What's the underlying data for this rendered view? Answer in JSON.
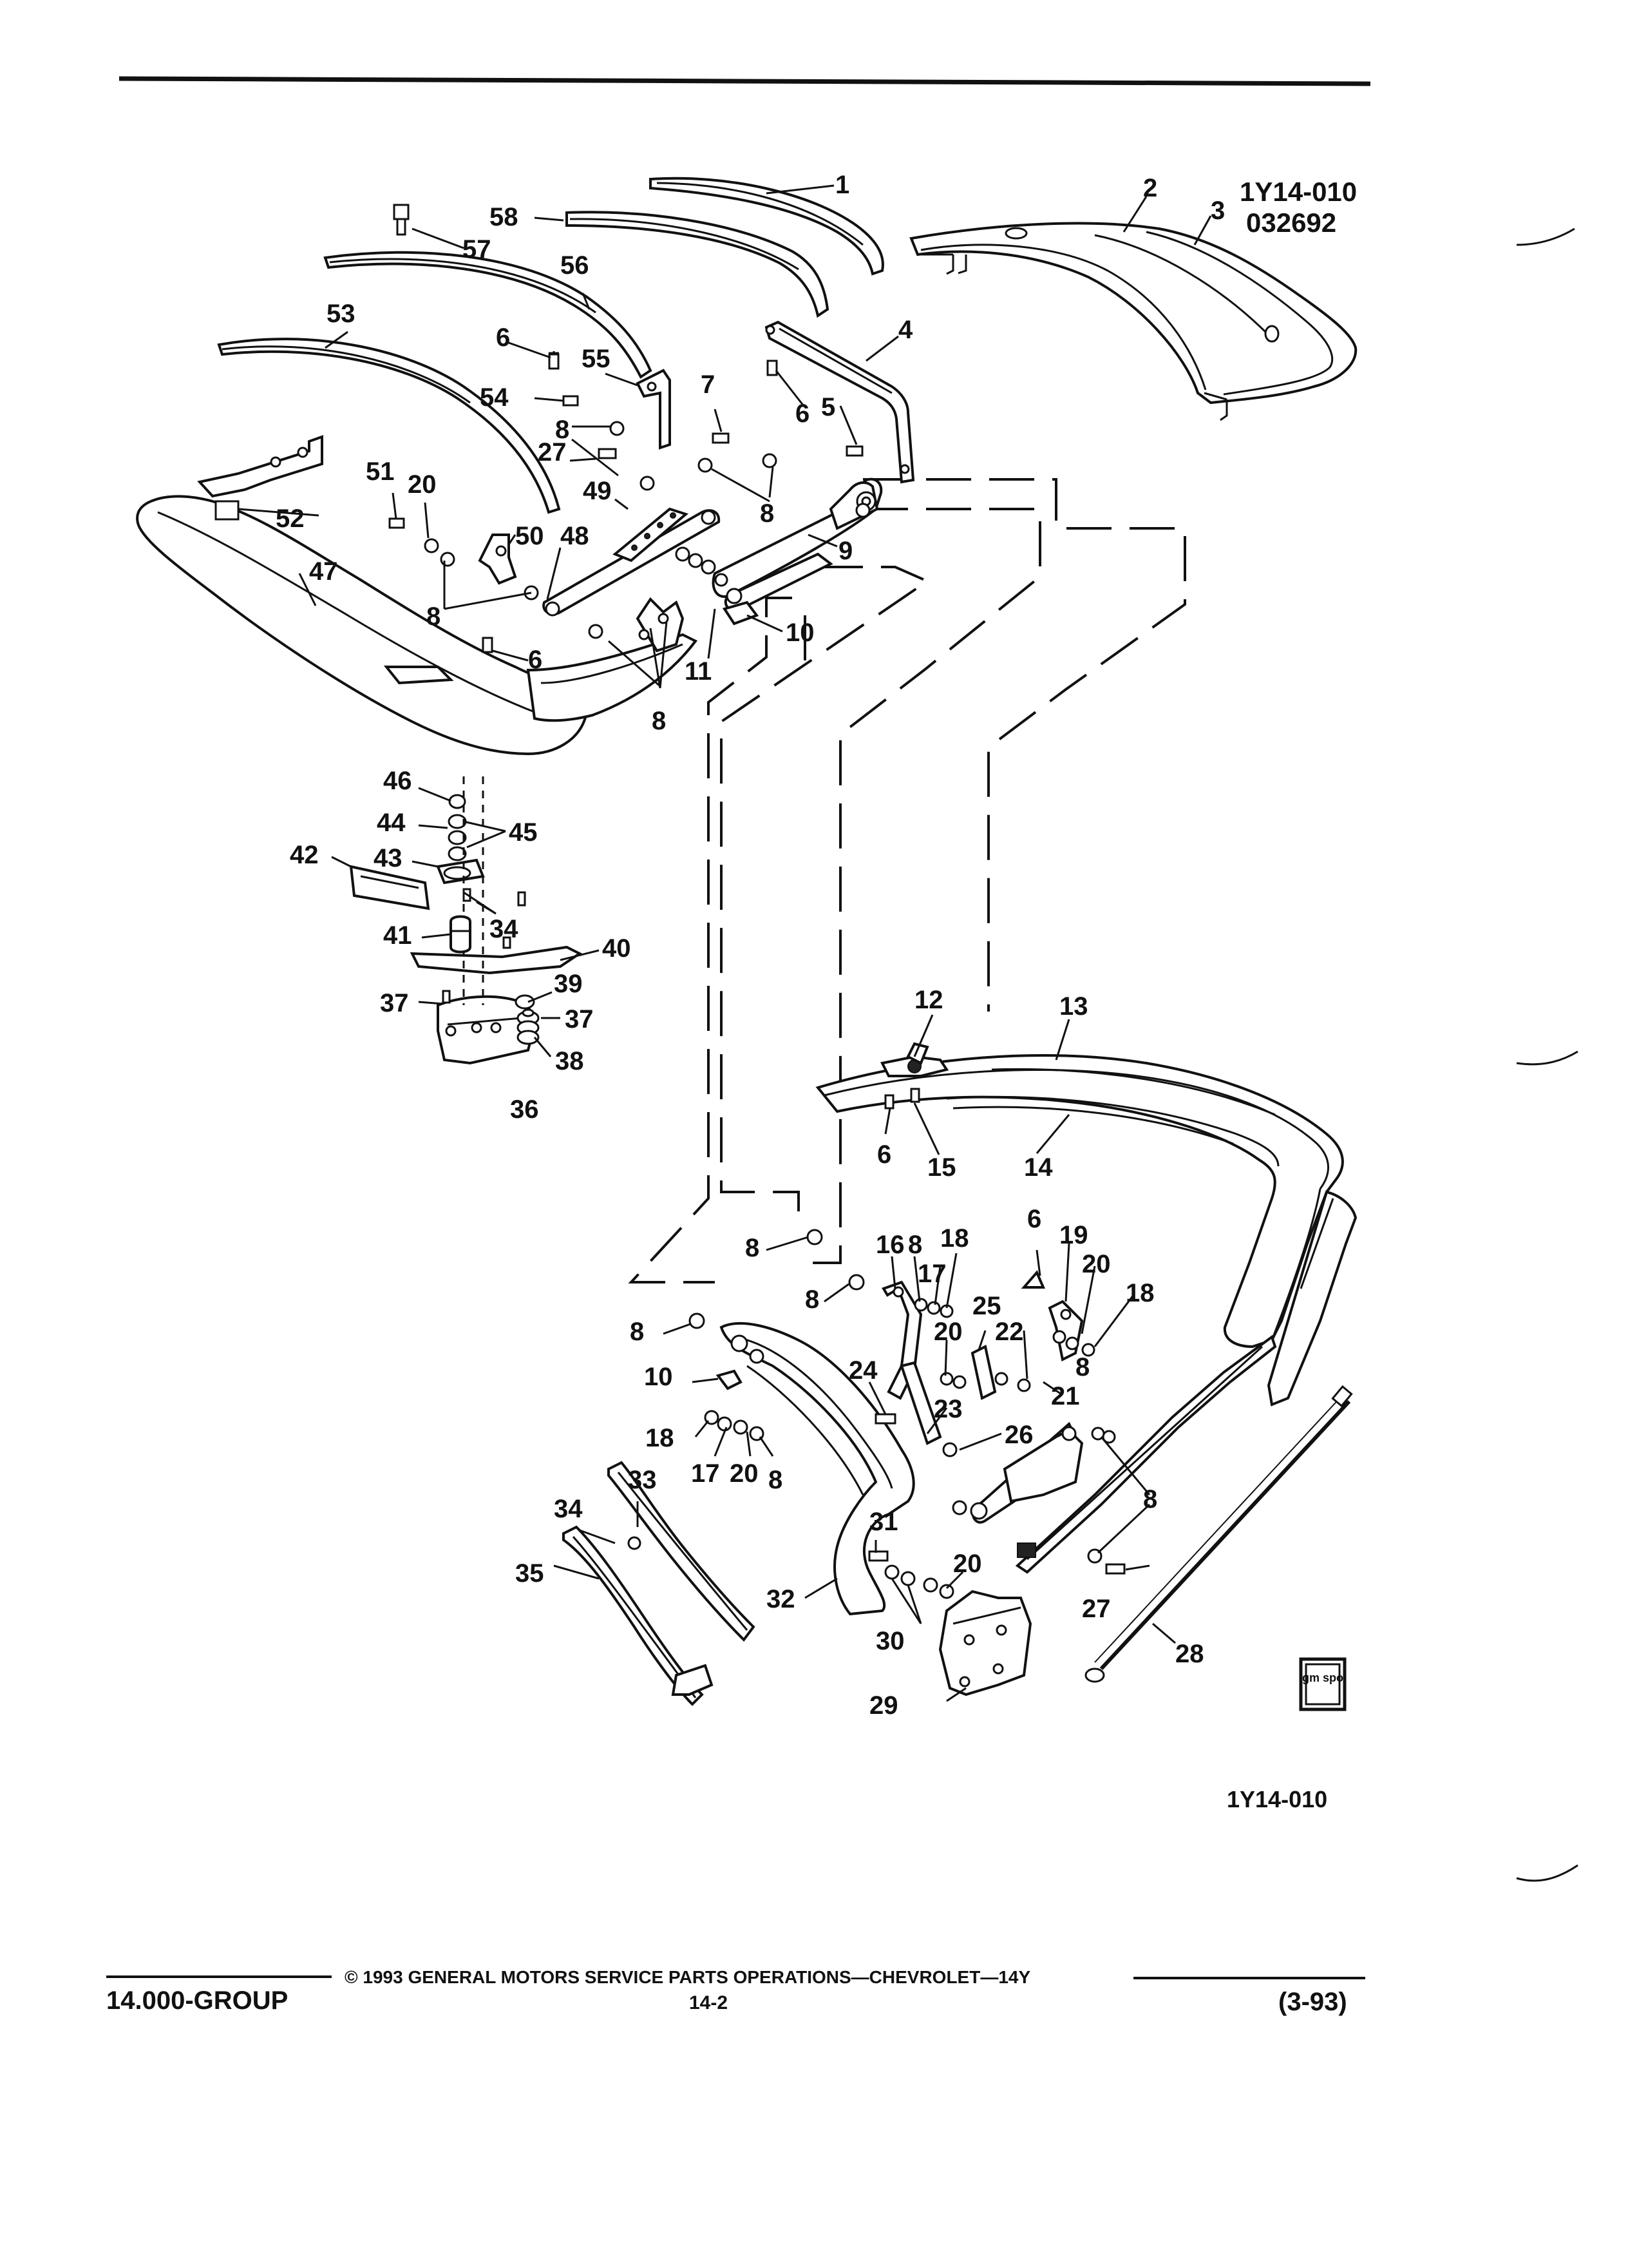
{
  "figure": {
    "id": "1Y14-010",
    "date_code": "032692",
    "footer_figure_id": "1Y14-010"
  },
  "parts": [
    "1",
    "2",
    "3",
    "4",
    "5",
    "6",
    "7",
    "8",
    "9",
    "10",
    "11",
    "12",
    "13",
    "14",
    "15",
    "16",
    "17",
    "18",
    "19",
    "20",
    "21",
    "22",
    "23",
    "24",
    "25",
    "26",
    "27",
    "28",
    "29",
    "30",
    "31",
    "32",
    "33",
    "34",
    "35",
    "36",
    "37",
    "38",
    "39",
    "40",
    "41",
    "42",
    "43",
    "44",
    "45",
    "46",
    "47",
    "48",
    "49",
    "50",
    "51",
    "52",
    "53",
    "54",
    "55",
    "56",
    "57",
    "58"
  ],
  "logo": {
    "text": "gm spo"
  },
  "footer": {
    "group": "14.000-GROUP",
    "copyright": "© 1993 GENERAL MOTORS SERVICE PARTS OPERATIONS—CHEVROLET—14Y",
    "page_number": "14-2",
    "revision": "(3-93)"
  }
}
